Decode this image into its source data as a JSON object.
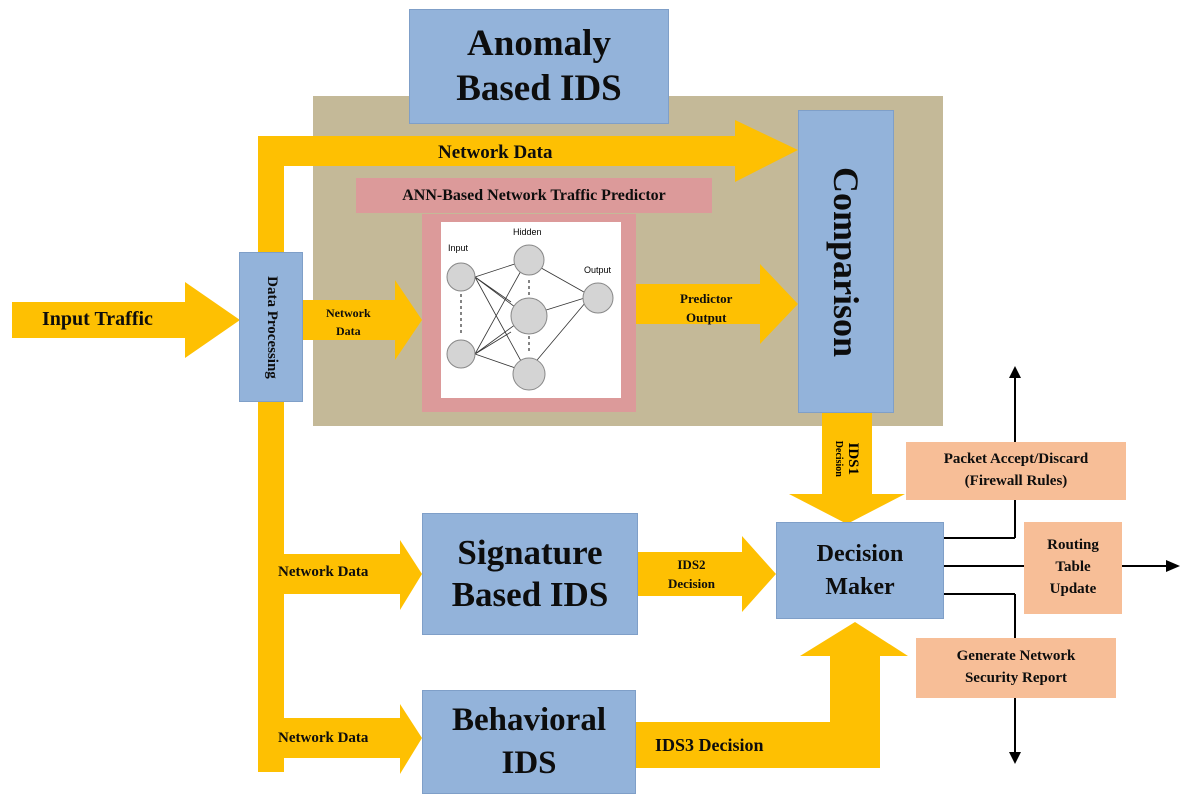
{
  "colors": {
    "arrow": "#fec002",
    "box_blue": "#93b3da",
    "panel_tan": "#c4b998",
    "ann_pink": "#dc9a9a",
    "output_peach": "#f7be97",
    "line": "#000000"
  },
  "boxes": {
    "anomaly_ids": "Anomaly\nBased IDS",
    "comparison": "Comparison",
    "data_processing": "Data Processing",
    "signature_ids": "Signature\nBased IDS",
    "behavioral_ids": "Behavioral\nIDS",
    "decision_maker": "Decision\nMaker",
    "ann_predictor": "ANN-Based Network Traffic Predictor"
  },
  "neural_net": {
    "input_label": "Input",
    "hidden_label": "Hidden",
    "output_label": "Output"
  },
  "arrow_labels": {
    "input_traffic": "Input Traffic",
    "network_data_top": "Network Data",
    "network_data_ann": "Network\nData",
    "predictor_output": "Predictor\nOutput",
    "ids1_decision_line1": "IDS1",
    "ids1_decision_line2": "Decision",
    "ids2_decision": "IDS2\nDecision",
    "ids3_decision": "IDS3 Decision",
    "network_data_signature": "Network Data",
    "network_data_behavioral": "Network Data"
  },
  "outputs": {
    "packet": "Packet Accept/Discard\n(Firewall Rules)",
    "routing": "Routing\nTable\nUpdate",
    "report": "Generate Network\nSecurity Report"
  }
}
